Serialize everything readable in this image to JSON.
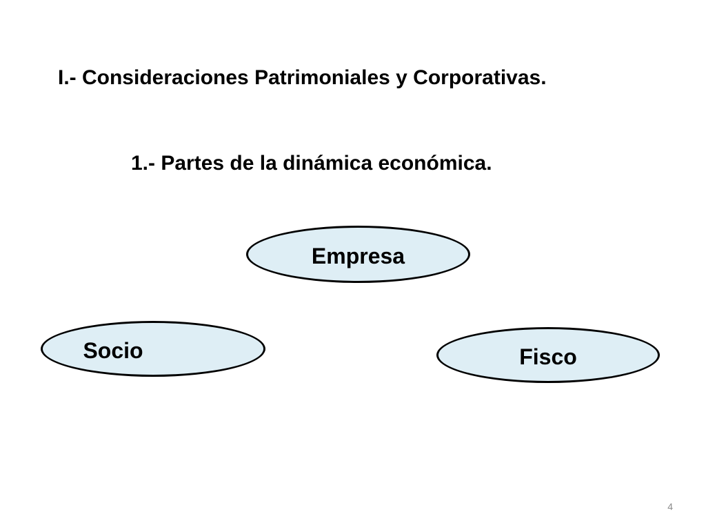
{
  "slide": {
    "title": "I.-  Consideraciones Patrimoniales y Corporativas.",
    "subtitle": "1.-  Partes de la dinámica económica.",
    "ovals": {
      "empresa": "Empresa",
      "socio": "Socio",
      "fisco": "Fisco"
    },
    "page_number": "4",
    "colors": {
      "oval_fill": "#deeef5",
      "oval_border": "#000000",
      "text": "#000000",
      "page_number": "#8a8a8a"
    }
  }
}
